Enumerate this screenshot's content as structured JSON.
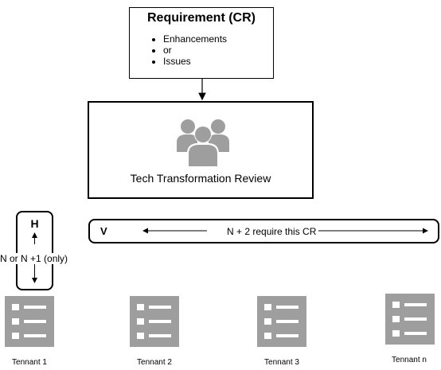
{
  "requirement": {
    "title": "Requirement (CR)",
    "items": [
      "Enhancements",
      "or",
      "Issues"
    ]
  },
  "review": {
    "label": "Tech Transformation Review",
    "icon": "users-group-icon"
  },
  "horizontal": {
    "label": "H",
    "note": "N or N +1 (only)"
  },
  "vertical": {
    "label": "V",
    "note": "N + 2 require this CR"
  },
  "tenants": [
    {
      "label": "Tennant 1",
      "icon": "list-icon"
    },
    {
      "label": "Tennant 2",
      "icon": "list-icon"
    },
    {
      "label": "Tennant 3",
      "icon": "list-icon"
    },
    {
      "label": "Tennant n",
      "icon": "list-icon"
    }
  ],
  "colors": {
    "icon_gray": "#9e9e9e",
    "line": "#000000"
  }
}
